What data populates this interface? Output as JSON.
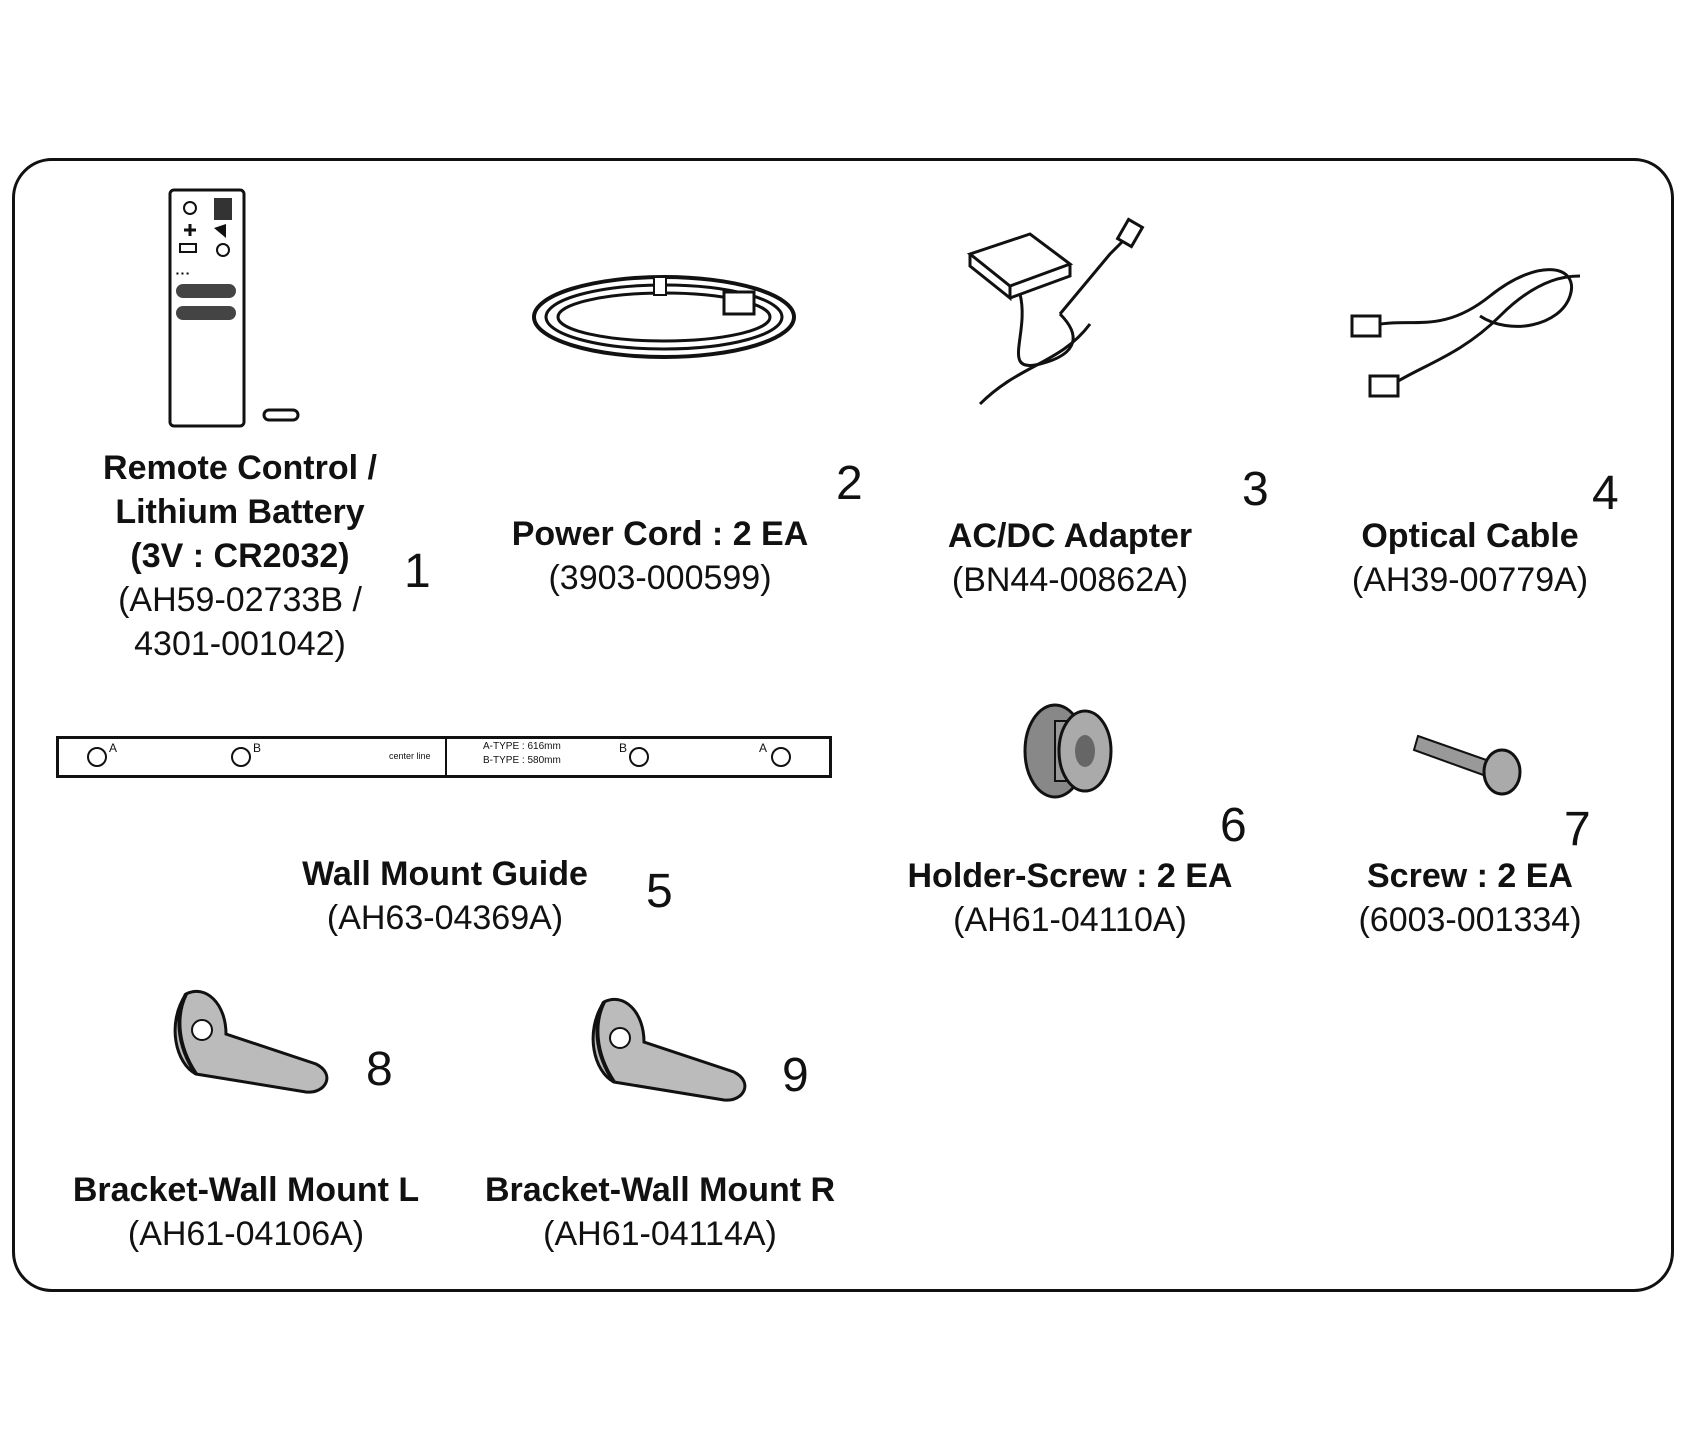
{
  "items": [
    {
      "number": "1",
      "name_lines": [
        "Remote Control /",
        "Lithium Battery",
        "(3V : CR2032)"
      ],
      "code_lines": [
        "(AH59-02733B /",
        "4301-001042)"
      ],
      "icon": "remote-control-icon"
    },
    {
      "number": "2",
      "name_lines": [
        "Power Cord : 2 EA"
      ],
      "code_lines": [
        "(3903-000599)"
      ],
      "icon": "power-cord-icon"
    },
    {
      "number": "3",
      "name_lines": [
        "AC/DC Adapter"
      ],
      "code_lines": [
        "(BN44-00862A)"
      ],
      "icon": "ac-dc-adapter-icon"
    },
    {
      "number": "4",
      "name_lines": [
        "Optical Cable"
      ],
      "code_lines": [
        "(AH39-00779A)"
      ],
      "icon": "optical-cable-icon"
    },
    {
      "number": "5",
      "name_lines": [
        "Wall Mount Guide"
      ],
      "code_lines": [
        "(AH63-04369A)"
      ],
      "icon": "wall-mount-guide-icon"
    },
    {
      "number": "6",
      "name_lines": [
        "Holder-Screw : 2 EA"
      ],
      "code_lines": [
        "(AH61-04110A)"
      ],
      "icon": "holder-screw-icon"
    },
    {
      "number": "7",
      "name_lines": [
        "Screw : 2 EA"
      ],
      "code_lines": [
        "(6003-001334)"
      ],
      "icon": "screw-icon"
    },
    {
      "number": "8",
      "name_lines": [
        "Bracket-Wall Mount L"
      ],
      "code_lines": [
        "(AH61-04106A)"
      ],
      "icon": "bracket-left-icon"
    },
    {
      "number": "9",
      "name_lines": [
        "Bracket-Wall Mount R"
      ],
      "code_lines": [
        "(AH61-04114A)"
      ],
      "icon": "bracket-right-icon"
    }
  ],
  "wall_guide": {
    "mark_a": "A",
    "mark_b": "B",
    "center_label": "center line",
    "type_a": "A-TYPE : 616mm",
    "type_b": "B-TYPE : 580mm"
  }
}
